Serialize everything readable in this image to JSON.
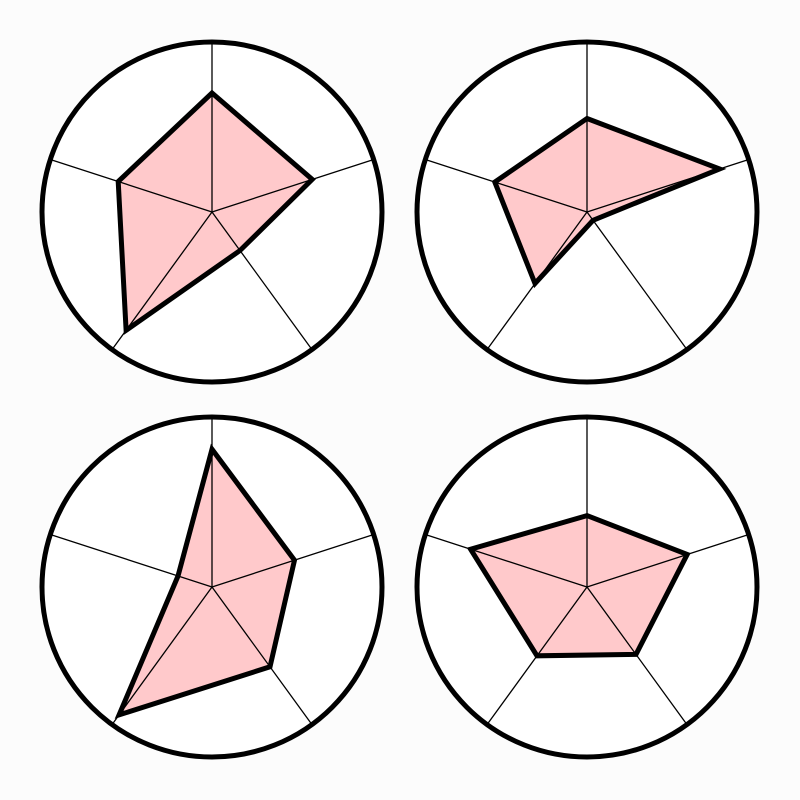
{
  "colors": {
    "background": "#fcfcfc",
    "fill": "#ffc9cb",
    "outline": "#000000",
    "spoke": "#000000",
    "frame_fill": "#ffffff"
  },
  "chart_data": [
    {
      "type": "radar",
      "axes": 5,
      "rlim": [
        0,
        1
      ],
      "grid": false,
      "legend": "none",
      "values": [
        0.7,
        0.62,
        0.28,
        0.86,
        0.58
      ]
    },
    {
      "type": "radar",
      "axes": 5,
      "rlim": [
        0,
        1
      ],
      "grid": false,
      "legend": "none",
      "values": [
        0.55,
        0.82,
        0.06,
        0.52,
        0.57
      ]
    },
    {
      "type": "radar",
      "axes": 5,
      "rlim": [
        0,
        1
      ],
      "grid": false,
      "legend": "none",
      "values": [
        0.81,
        0.51,
        0.58,
        0.93,
        0.21
      ]
    },
    {
      "type": "radar",
      "axes": 5,
      "rlim": [
        0,
        1
      ],
      "grid": false,
      "legend": "none",
      "values": [
        0.42,
        0.62,
        0.49,
        0.5,
        0.72
      ]
    }
  ]
}
